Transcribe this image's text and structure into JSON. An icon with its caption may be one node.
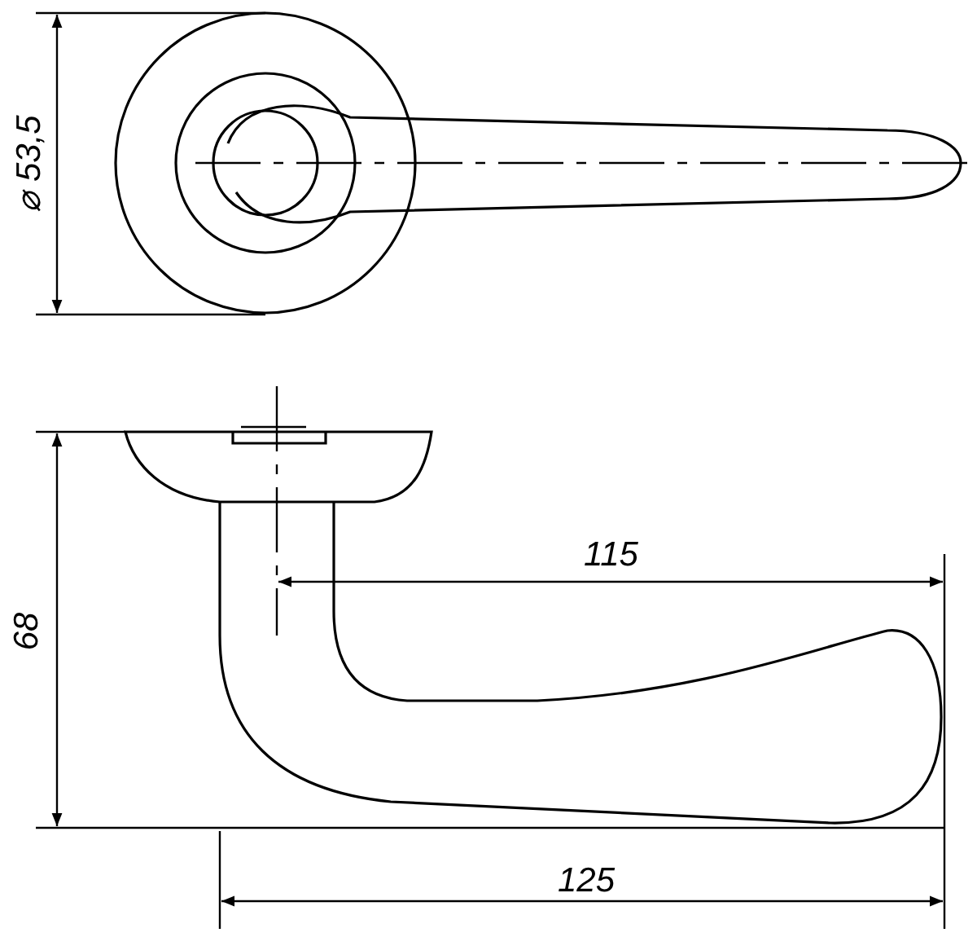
{
  "diagram": {
    "labels": [
      "⌀ 53,5",
      "68",
      "115",
      "125"
    ]
  }
}
